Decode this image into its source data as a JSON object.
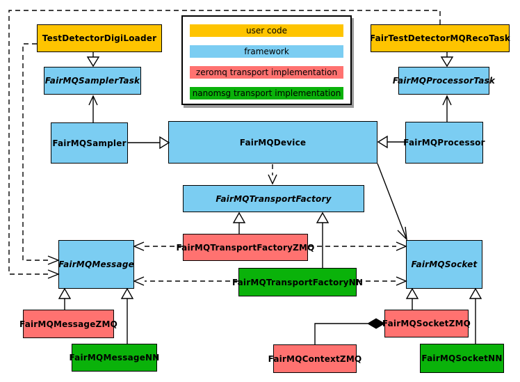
{
  "legend": {
    "items": [
      {
        "label": "user code",
        "color": "#FEC400"
      },
      {
        "label": "framework",
        "color": "#7BCDF2"
      },
      {
        "label": "zeromq transport implementation",
        "color": "#FF7270"
      },
      {
        "label": "nanomsg transport implementation",
        "color": "#0AB20A"
      }
    ]
  },
  "colors": {
    "user_code": "#FEC400",
    "framework": "#7BCDF2",
    "zeromq": "#FF7270",
    "nanomsg": "#0AB20A",
    "line": "#000000",
    "background": "#FFFFFF"
  },
  "classes": {
    "test_detector_digi_loader": "TestDetectorDigiLoader",
    "fair_test_detector_mq_reco_task": "FairTestDetectorMQRecoTask",
    "fairmq_sampler_task": "FairMQSamplerTask",
    "fairmq_processor_task": "FairMQProcessorTask",
    "fairmq_sampler": "FairMQSampler",
    "fairmq_device": "FairMQDevice",
    "fairmq_processor": "FairMQProcessor",
    "fairmq_transport_factory": "FairMQTransportFactory",
    "fairmq_transport_factory_zmq": "FairMQTransportFactoryZMQ",
    "fairmq_transport_factory_nn": "FairMQTransportFactoryNN",
    "fairmq_message": "FairMQMessage",
    "fairmq_socket": "FairMQSocket",
    "fairmq_message_zmq": "FairMQMessageZMQ",
    "fairmq_message_nn": "FairMQMessageNN",
    "fairmq_socket_zmq": "FairMQSocketZMQ",
    "fairmq_socket_nn": "FairMQSocketNN",
    "fairmq_context_zmq": "FairMQContextZMQ"
  }
}
